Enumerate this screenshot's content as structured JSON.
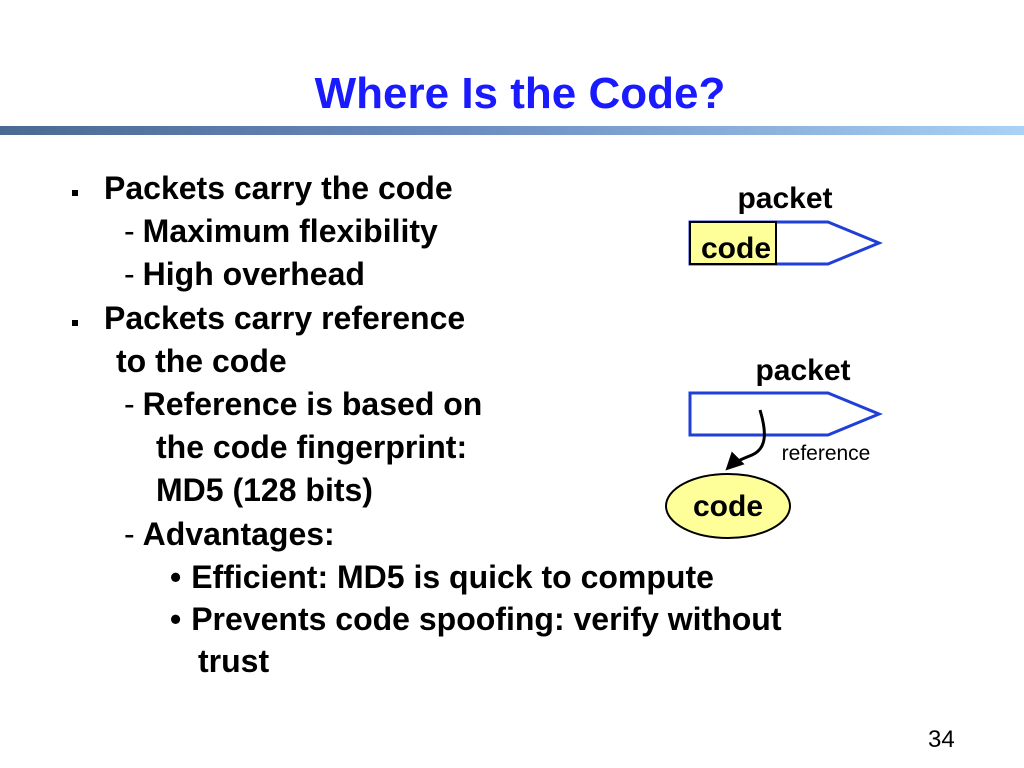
{
  "slide": {
    "title": "Where Is the Code?",
    "page_number": "34"
  },
  "bullets": {
    "b1": "Packets carry the code",
    "b1_s1_dash": "-",
    "b1_s1": "Maximum flexibility",
    "b1_s2_dash": "-",
    "b1_s2": "High overhead",
    "b2_line1": "Packets carry reference",
    "b2_line2": "to the code",
    "b2_s1_dash": "-",
    "b2_s1_line1": "Reference is based on",
    "b2_s1_line2": "the code fingerprint:",
    "b2_s1_line3": "MD5 (128 bits)",
    "b2_s2_dash": "-",
    "b2_s2": "Advantages:",
    "b2_s2_i1_dot": "•",
    "b2_s2_i1": "Efficient: MD5 is quick to compute",
    "b2_s2_i2_dot": "•",
    "b2_s2_i2_line1": "Prevents code spoofing: verify without",
    "b2_s2_i2_line2": "trust"
  },
  "diagram": {
    "top_packet_label": "packet",
    "top_code_label": "code",
    "bottom_packet_label": "packet",
    "reference_label": "reference",
    "bottom_code_label": "code",
    "colors": {
      "packet_outline": "#1f3fd6",
      "code_fill": "#ffff99"
    }
  }
}
